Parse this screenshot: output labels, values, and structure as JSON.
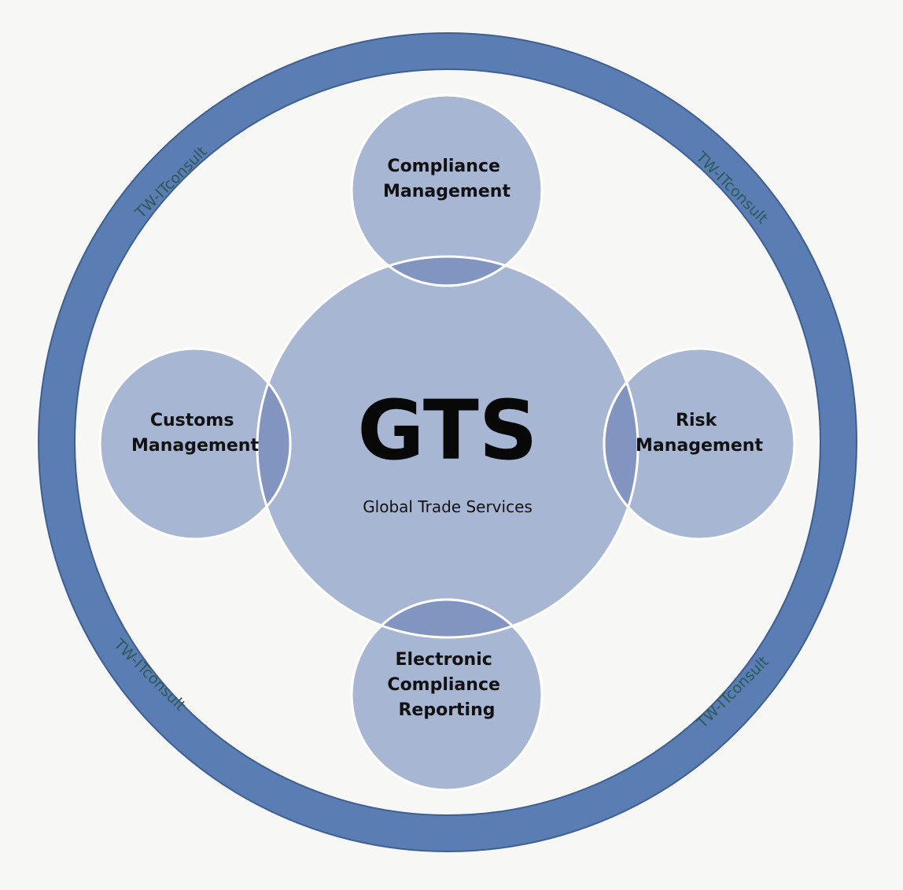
{
  "center": {
    "title": "GTS",
    "subtitle": "Global Trade Services"
  },
  "nodes": [
    {
      "id": "top",
      "lines": [
        "Compliance",
        "Management"
      ]
    },
    {
      "id": "left",
      "lines": [
        "Customs",
        "Management"
      ]
    },
    {
      "id": "right",
      "lines": [
        "Risk",
        "Management"
      ]
    },
    {
      "id": "bottom",
      "lines": [
        "Electronic",
        "Compliance",
        "Reporting"
      ]
    }
  ],
  "watermark": "TW-ITconsult",
  "colors": {
    "ring": "#5a7db3",
    "ring_edge": "#3f5f91",
    "circle_fill": "#a7b6d3",
    "circle_overlap": "#8195c0",
    "circle_stroke": "#ffffff",
    "background": "#f7f7f6"
  }
}
